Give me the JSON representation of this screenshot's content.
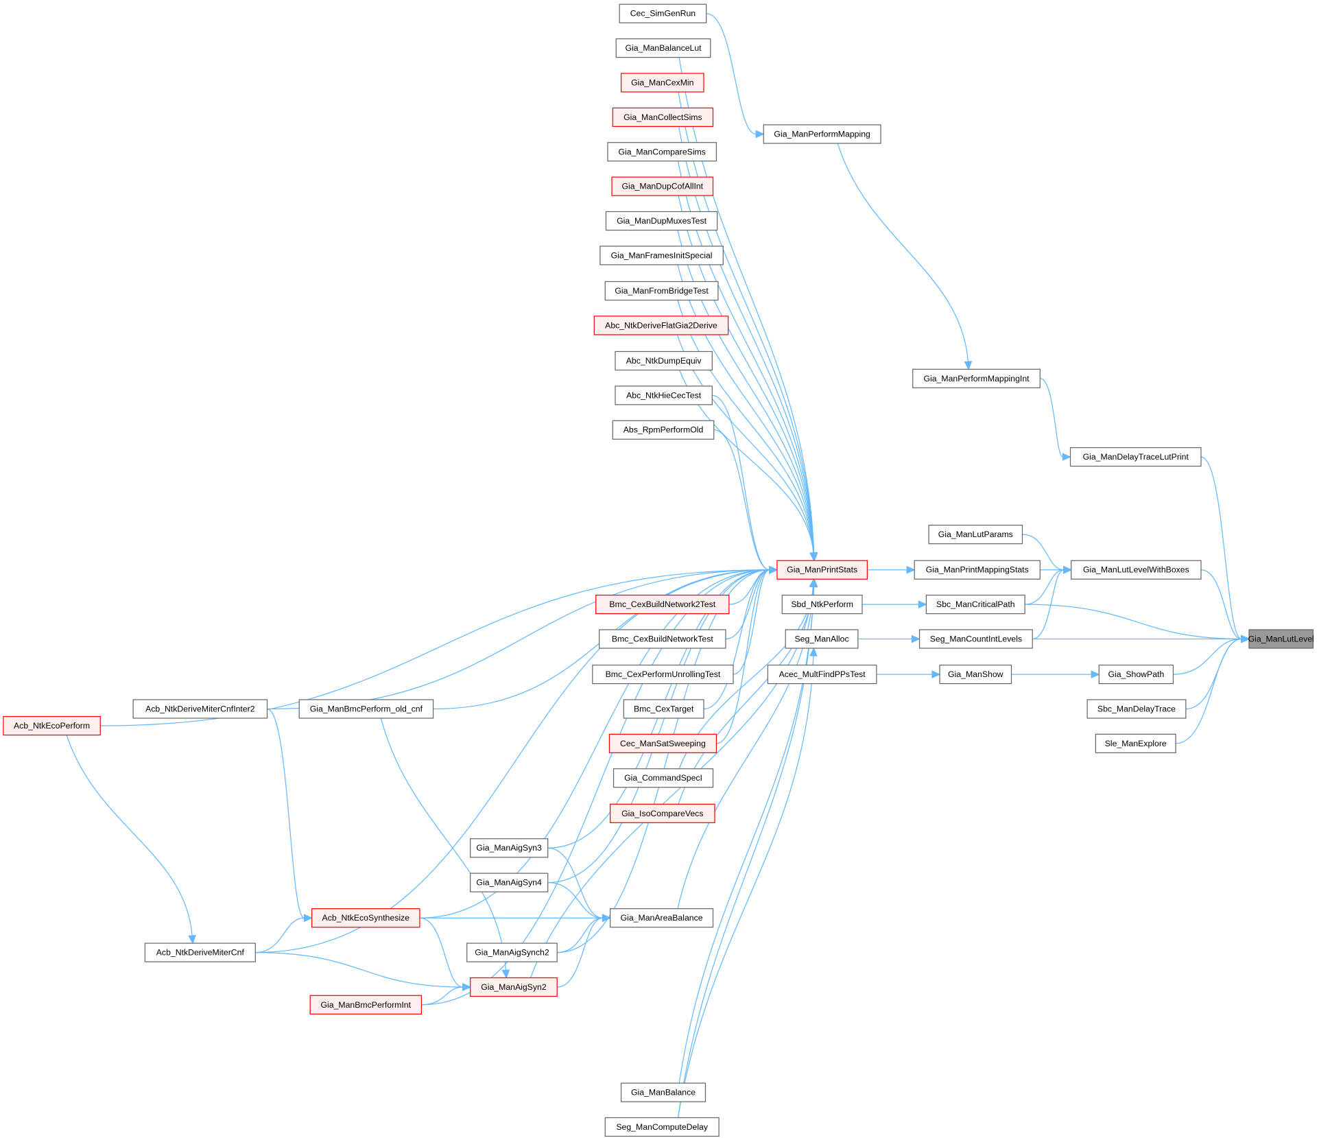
{
  "graph": {
    "title": "Gia_ManLutLevel caller graph",
    "colors": {
      "edge": "#63b8ff",
      "highlight_border": "#ff0000",
      "highlight_fill": "#fff0f0",
      "root_fill": "#999999",
      "border": "#666666"
    },
    "nodes": [
      {
        "id": "Cec_SimGenRun",
        "label": "Cec_SimGenRun",
        "style": "normal"
      },
      {
        "id": "Gia_ManBalanceLut",
        "label": "Gia_ManBalanceLut",
        "style": "normal"
      },
      {
        "id": "Gia_ManCexMin",
        "label": "Gia_ManCexMin",
        "style": "red"
      },
      {
        "id": "Gia_ManCollectSims",
        "label": "Gia_ManCollectSims",
        "style": "red"
      },
      {
        "id": "Gia_ManCompareSims",
        "label": "Gia_ManCompareSims",
        "style": "normal"
      },
      {
        "id": "Gia_ManDupCofAllInt",
        "label": "Gia_ManDupCofAllInt",
        "style": "red"
      },
      {
        "id": "Gia_ManDupMuxesTest",
        "label": "Gia_ManDupMuxesTest",
        "style": "normal"
      },
      {
        "id": "Gia_ManFramesInitSpecial",
        "label": "Gia_ManFramesInitSpecial",
        "style": "normal"
      },
      {
        "id": "Gia_ManFromBridgeTest",
        "label": "Gia_ManFromBridgeTest",
        "style": "normal"
      },
      {
        "id": "Abc_NtkDeriveFlatGia2Derive",
        "label": "Abc_NtkDeriveFlatGia2Derive",
        "style": "red"
      },
      {
        "id": "Abc_NtkDumpEquiv",
        "label": "Abc_NtkDumpEquiv",
        "style": "normal"
      },
      {
        "id": "Abc_NtkHieCecTest",
        "label": "Abc_NtkHieCecTest",
        "style": "normal"
      },
      {
        "id": "Abs_RpmPerformOld",
        "label": "Abs_RpmPerformOld",
        "style": "normal"
      },
      {
        "id": "Bmc_CexBuildNetwork2Test",
        "label": "Bmc_CexBuildNetwork2Test",
        "style": "red"
      },
      {
        "id": "Bmc_CexBuildNetworkTest",
        "label": "Bmc_CexBuildNetworkTest",
        "style": "normal"
      },
      {
        "id": "Bmc_CexPerformUnrollingTest",
        "label": "Bmc_CexPerformUnrollingTest",
        "style": "normal"
      },
      {
        "id": "Bmc_CexTarget",
        "label": "Bmc_CexTarget",
        "style": "normal"
      },
      {
        "id": "Cec_ManSatSweeping",
        "label": "Cec_ManSatSweeping",
        "style": "red"
      },
      {
        "id": "Gia_CommandSpecI",
        "label": "Gia_CommandSpecI",
        "style": "normal"
      },
      {
        "id": "Gia_IsoCompareVecs",
        "label": "Gia_IsoCompareVecs",
        "style": "red"
      },
      {
        "id": "Gia_ManBalance",
        "label": "Gia_ManBalance",
        "style": "normal"
      },
      {
        "id": "Seg_ManComputeDelay",
        "label": "Seg_ManComputeDelay",
        "style": "normal"
      },
      {
        "id": "Gia_ManPrintStats",
        "label": "Gia_ManPrintStats",
        "style": "red"
      },
      {
        "id": "Gia_ManPerformMapping",
        "label": "Gia_ManPerformMapping",
        "style": "normal"
      },
      {
        "id": "Gia_ManPerformMappingInt",
        "label": "Gia_ManPerformMappingInt",
        "style": "normal"
      },
      {
        "id": "Gia_ManDelayTraceLutPrint",
        "label": "Gia_ManDelayTraceLutPrint",
        "style": "normal"
      },
      {
        "id": "Gia_ManLutParams",
        "label": "Gia_ManLutParams",
        "style": "normal"
      },
      {
        "id": "Gia_ManPrintMappingStats",
        "label": "Gia_ManPrintMappingStats",
        "style": "normal"
      },
      {
        "id": "Gia_ManLutLevelWithBoxes",
        "label": "Gia_ManLutLevelWithBoxes",
        "style": "normal"
      },
      {
        "id": "Sbd_NtkPerform",
        "label": "Sbd_NtkPerform",
        "style": "normal"
      },
      {
        "id": "Sbc_ManCriticalPath",
        "label": "Sbc_ManCriticalPath",
        "style": "normal"
      },
      {
        "id": "Seg_ManAlloc",
        "label": "Seg_ManAlloc",
        "style": "normal"
      },
      {
        "id": "Seg_ManCountIntLevels",
        "label": "Seg_ManCountIntLevels",
        "style": "normal"
      },
      {
        "id": "Gia_ManLutLevel",
        "label": "Gia_ManLutLevel",
        "style": "root"
      },
      {
        "id": "Acec_MultFindPPsTest",
        "label": "Acec_MultFindPPsTest",
        "style": "normal"
      },
      {
        "id": "Gia_ManShow",
        "label": "Gia_ManShow",
        "style": "normal"
      },
      {
        "id": "Gia_ShowPath",
        "label": "Gia_ShowPath",
        "style": "normal"
      },
      {
        "id": "Sbc_ManDelayTrace",
        "label": "Sbc_ManDelayTrace",
        "style": "normal"
      },
      {
        "id": "Sle_ManExplore",
        "label": "Sle_ManExplore",
        "style": "normal"
      },
      {
        "id": "Acb_NtkEcoPerform",
        "label": "Acb_NtkEcoPerform",
        "style": "red"
      },
      {
        "id": "Acb_NtkDeriveMiterCnfInter2",
        "label": "Acb_NtkDeriveMiterCnfInter2",
        "style": "normal"
      },
      {
        "id": "Gia_ManBmcPerform_old_cnf",
        "label": "Gia_ManBmcPerform_old_cnf",
        "style": "normal"
      },
      {
        "id": "Acb_NtkEcoSynthesize",
        "label": "Acb_NtkEcoSynthesize",
        "style": "red"
      },
      {
        "id": "Acb_NtkDeriveMiterCnf",
        "label": "Acb_NtkDeriveMiterCnf",
        "style": "normal"
      },
      {
        "id": "Gia_ManAigSyn3",
        "label": "Gia_ManAigSyn3",
        "style": "normal"
      },
      {
        "id": "Gia_ManAigSyn4",
        "label": "Gia_ManAigSyn4",
        "style": "normal"
      },
      {
        "id": "Gia_ManAreaBalance",
        "label": "Gia_ManAreaBalance",
        "style": "normal"
      },
      {
        "id": "Gia_ManAigSynch2",
        "label": "Gia_ManAigSynch2",
        "style": "normal"
      },
      {
        "id": "Gia_ManAigSyn2",
        "label": "Gia_ManAigSyn2",
        "style": "red"
      },
      {
        "id": "Gia_ManBmcPerformInt",
        "label": "Gia_ManBmcPerformInt",
        "style": "red"
      }
    ],
    "edges": [
      [
        "Cec_SimGenRun",
        "Gia_ManPerformMapping"
      ],
      [
        "Gia_ManPerformMapping",
        "Gia_ManPerformMappingInt"
      ],
      [
        "Gia_ManPerformMappingInt",
        "Gia_ManDelayTraceLutPrint"
      ],
      [
        "Gia_ManDelayTraceLutPrint",
        "Gia_ManLutLevel"
      ],
      [
        "Gia_ManLutLevelWithBoxes",
        "Gia_ManLutLevel"
      ],
      [
        "Sbc_ManCriticalPath",
        "Gia_ManLutLevel"
      ],
      [
        "Seg_ManCountIntLevels",
        "Gia_ManLutLevel"
      ],
      [
        "Gia_ShowPath",
        "Gia_ManLutLevel"
      ],
      [
        "Sbc_ManDelayTrace",
        "Gia_ManLutLevel"
      ],
      [
        "Sle_ManExplore",
        "Gia_ManLutLevel"
      ],
      [
        "Gia_ManLutParams",
        "Gia_ManLutLevelWithBoxes"
      ],
      [
        "Gia_ManPrintMappingStats",
        "Gia_ManLutLevelWithBoxes"
      ],
      [
        "Sbc_ManCriticalPath",
        "Gia_ManLutLevelWithBoxes"
      ],
      [
        "Seg_ManCountIntLevels",
        "Gia_ManLutLevelWithBoxes"
      ],
      [
        "Gia_ManPrintStats",
        "Gia_ManPrintMappingStats"
      ],
      [
        "Sbd_NtkPerform",
        "Sbc_ManCriticalPath"
      ],
      [
        "Seg_ManAlloc",
        "Seg_ManCountIntLevels"
      ],
      [
        "Acec_MultFindPPsTest",
        "Gia_ManShow"
      ],
      [
        "Gia_ManShow",
        "Gia_ShowPath"
      ],
      [
        "Seg_ManComputeDelay",
        "Seg_ManAlloc"
      ],
      [
        "Gia_ManBalanceLut",
        "Gia_ManPrintStats"
      ],
      [
        "Gia_ManCexMin",
        "Gia_ManPrintStats"
      ],
      [
        "Gia_ManCollectSims",
        "Gia_ManPrintStats"
      ],
      [
        "Gia_ManCompareSims",
        "Gia_ManPrintStats"
      ],
      [
        "Gia_ManDupCofAllInt",
        "Gia_ManPrintStats"
      ],
      [
        "Gia_ManDupMuxesTest",
        "Gia_ManPrintStats"
      ],
      [
        "Gia_ManFramesInitSpecial",
        "Gia_ManPrintStats"
      ],
      [
        "Gia_ManFromBridgeTest",
        "Gia_ManPrintStats"
      ],
      [
        "Abc_NtkDeriveFlatGia2Derive",
        "Gia_ManPrintStats"
      ],
      [
        "Abc_NtkDumpEquiv",
        "Gia_ManPrintStats"
      ],
      [
        "Abc_NtkHieCecTest",
        "Gia_ManPrintStats"
      ],
      [
        "Abs_RpmPerformOld",
        "Gia_ManPrintStats"
      ],
      [
        "Bmc_CexBuildNetwork2Test",
        "Gia_ManPrintStats"
      ],
      [
        "Bmc_CexBuildNetworkTest",
        "Gia_ManPrintStats"
      ],
      [
        "Bmc_CexPerformUnrollingTest",
        "Gia_ManPrintStats"
      ],
      [
        "Bmc_CexTarget",
        "Gia_ManPrintStats"
      ],
      [
        "Cec_ManSatSweeping",
        "Gia_ManPrintStats"
      ],
      [
        "Gia_CommandSpecI",
        "Gia_ManPrintStats"
      ],
      [
        "Gia_IsoCompareVecs",
        "Gia_ManPrintStats"
      ],
      [
        "Gia_ManBalance",
        "Gia_ManPrintStats"
      ],
      [
        "Seg_ManComputeDelay",
        "Gia_ManPrintStats"
      ],
      [
        "Acb_NtkEcoPerform",
        "Gia_ManPrintStats"
      ],
      [
        "Acb_NtkDeriveMiterCnfInter2",
        "Gia_ManPrintStats"
      ],
      [
        "Gia_ManBmcPerform_old_cnf",
        "Gia_ManPrintStats"
      ],
      [
        "Acb_NtkEcoSynthesize",
        "Gia_ManPrintStats"
      ],
      [
        "Gia_ManAigSyn3",
        "Gia_ManPrintStats"
      ],
      [
        "Gia_ManAigSyn4",
        "Gia_ManPrintStats"
      ],
      [
        "Gia_ManAreaBalance",
        "Gia_ManPrintStats"
      ],
      [
        "Gia_ManAigSynch2",
        "Gia_ManPrintStats"
      ],
      [
        "Gia_ManAigSyn2",
        "Gia_ManPrintStats"
      ],
      [
        "Gia_ManBmcPerformInt",
        "Gia_ManPrintStats"
      ],
      [
        "Acb_NtkDeriveMiterCnf",
        "Gia_ManPrintStats"
      ],
      [
        "Acb_NtkEcoPerform",
        "Acb_NtkDeriveMiterCnf"
      ],
      [
        "Acb_NtkDeriveMiterCnfInter2",
        "Acb_NtkEcoSynthesize"
      ],
      [
        "Gia_ManBmcPerform_old_cnf",
        "Gia_ManAigSyn2"
      ],
      [
        "Acb_NtkDeriveMiterCnf",
        "Acb_NtkEcoSynthesize"
      ],
      [
        "Acb_NtkDeriveMiterCnf",
        "Gia_ManAigSyn2"
      ],
      [
        "Acb_NtkEcoSynthesize",
        "Gia_ManAreaBalance"
      ],
      [
        "Acb_NtkEcoSynthesize",
        "Gia_ManAigSyn2"
      ],
      [
        "Gia_ManBmcPerformInt",
        "Gia_ManAigSyn2"
      ],
      [
        "Gia_ManAigSyn3",
        "Gia_ManAreaBalance"
      ],
      [
        "Gia_ManAigSyn4",
        "Gia_ManAreaBalance"
      ],
      [
        "Gia_ManAigSynch2",
        "Gia_ManAreaBalance"
      ],
      [
        "Gia_ManAigSyn2",
        "Gia_ManAreaBalance"
      ]
    ]
  }
}
